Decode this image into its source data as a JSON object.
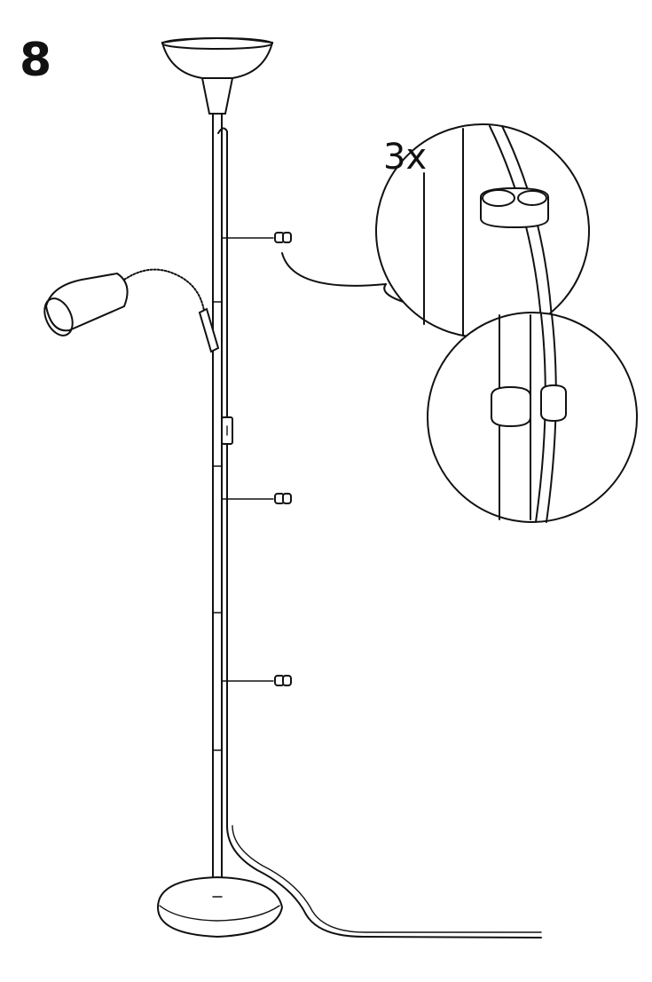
{
  "step": {
    "number": "8"
  },
  "detail": {
    "quantity": "3x"
  },
  "icons": [
    "floor-lamp",
    "cable-clip",
    "magnified-detail"
  ],
  "colors": {
    "line": "#111111",
    "background": "#ffffff"
  }
}
